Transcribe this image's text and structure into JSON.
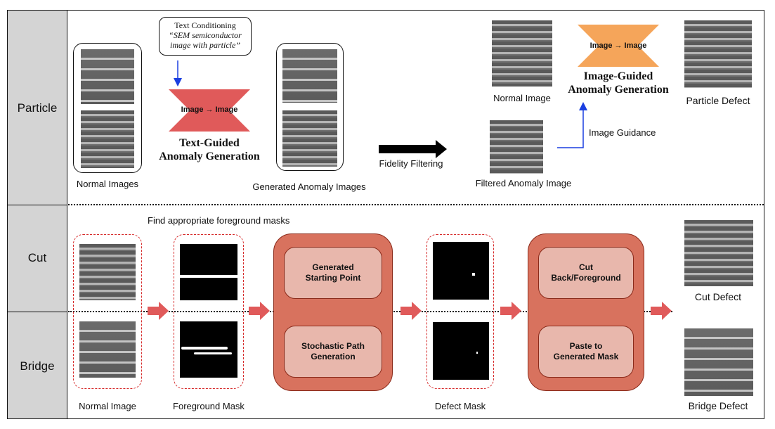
{
  "rows": {
    "particle": "Particle",
    "cut": "Cut",
    "bridge": "Bridge"
  },
  "text_conditioning": {
    "title": "Text Conditioning",
    "prompt1": "“SEM semiconductor",
    "prompt2": "image with particle”"
  },
  "text_model": {
    "label": "Image → Image",
    "name1": "Text-Guided",
    "name2": "Anomaly Generation",
    "color": "#e05a5a"
  },
  "image_model": {
    "label": "Image → Image",
    "name1": "Image-Guided",
    "name2": "Anomaly Generation",
    "color": "#f5a55a"
  },
  "labels": {
    "normal_images": "Normal Images",
    "generated_anomaly_images": "Generated Anomaly Images",
    "fidelity_filtering": "Fidelity Filtering",
    "filtered_anomaly_image": "Filtered Anomaly Image",
    "normal_image_top": "Normal Image",
    "image_guidance": "Image Guidance",
    "particle_defect": "Particle Defect",
    "find_masks": "Find appropriate foreground masks",
    "normal_image_bottom": "Normal Image",
    "foreground_mask": "Foreground Mask",
    "defect_mask": "Defect Mask",
    "cut_defect": "Cut Defect",
    "bridge_defect": "Bridge Defect"
  },
  "steps": {
    "generated_starting_point": [
      "Generated",
      "Starting Point"
    ],
    "stochastic_path_generation": [
      "Stochastic Path",
      "Generation"
    ],
    "cut_back_foreground": [
      "Cut",
      "Back/Foreground"
    ],
    "paste_to_generated_mask": [
      "Paste to",
      "Generated Mask"
    ]
  },
  "colors": {
    "sidebar": "#d4d4d4",
    "panel": "#d8725e",
    "step": "#e8b7ac",
    "arrow": "#e05a5a",
    "guidance": "#1a3fe0",
    "dash": "#d62a2a"
  }
}
